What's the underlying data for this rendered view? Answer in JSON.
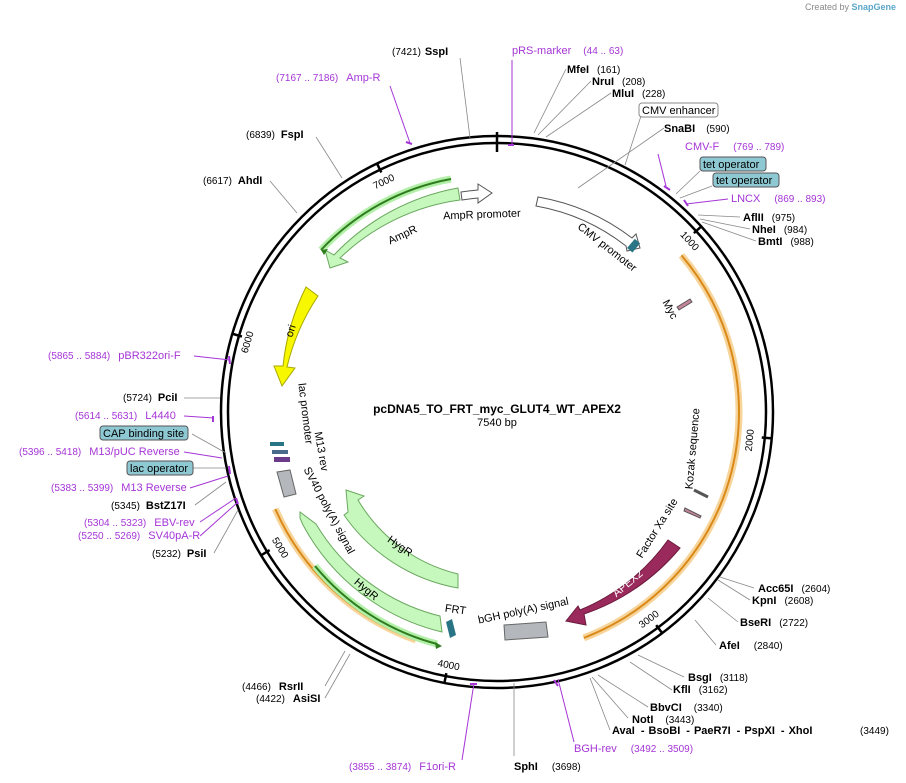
{
  "credit": {
    "prefix": "Created by",
    "brand": "SnapGene"
  },
  "plasmid": {
    "name": "pcDNA5_TO_FRT_myc_GLUT4_WT_APEX2",
    "length_text": "7540 bp",
    "length": 7540
  },
  "colors": {
    "orange": "#f2b35a",
    "green": "#b2f0a8",
    "yellow": "#f7f700",
    "purple": "#9b2a5c",
    "gray": "#b4b8bd",
    "teal": "#2a7585",
    "primer": "#a535d6",
    "boxblue": "#8ec8d2"
  },
  "ticks": [
    "1000",
    "2000",
    "3000",
    "4000",
    "5000",
    "6000",
    "7000"
  ],
  "sites": [
    {
      "name": "SspI",
      "pos": "(7421)"
    },
    {
      "name": "MfeI",
      "pos": "(161)"
    },
    {
      "name": "NruI",
      "pos": "(208)"
    },
    {
      "name": "MluI",
      "pos": "(228)"
    },
    {
      "name": "SnaBI",
      "pos": "(590)"
    },
    {
      "name": "AflII",
      "pos": "(975)"
    },
    {
      "name": "NheI",
      "pos": "(984)"
    },
    {
      "name": "BmtI",
      "pos": "(988)"
    },
    {
      "name": "Acc65I",
      "pos": "(2604)"
    },
    {
      "name": "KpnI",
      "pos": "(2608)"
    },
    {
      "name": "BseRI",
      "pos": "(2722)"
    },
    {
      "name": "AfeI",
      "pos": "(2840)"
    },
    {
      "name": "BsgI",
      "pos": "(3118)"
    },
    {
      "name": "KflI",
      "pos": "(3162)"
    },
    {
      "name": "BbvCI",
      "pos": "(3340)"
    },
    {
      "name": "NotI",
      "pos": "(3443)"
    },
    {
      "name": "AvaI",
      "pos": "(3449)"
    },
    {
      "name": "SphI",
      "pos": "(3698)"
    },
    {
      "name": "RsrII",
      "pos": "(4466)"
    },
    {
      "name": "AsiSI",
      "pos": "(4422)"
    },
    {
      "name": "PsiI",
      "pos": "(5232)"
    },
    {
      "name": "BstZ17I",
      "pos": "(5345)"
    },
    {
      "name": "PciI",
      "pos": "(5724)"
    },
    {
      "name": "AhdI",
      "pos": "(6617)"
    },
    {
      "name": "FspI",
      "pos": "(6839)"
    }
  ],
  "multi_site": {
    "names": [
      "BsoBI",
      "PaeR7I",
      "PspXI",
      "XhoI"
    ]
  },
  "primers": [
    {
      "name": "pRS-marker",
      "range": "(44 .. 63)"
    },
    {
      "name": "Amp-R",
      "range": "(7167 .. 7186)"
    },
    {
      "name": "CMV-F",
      "range": "(769 .. 789)"
    },
    {
      "name": "LNCX",
      "range": "(869 .. 893)"
    },
    {
      "name": "pBR322ori-F",
      "range": "(5865 .. 5884)"
    },
    {
      "name": "L4440",
      "range": "(5614 .. 5631)"
    },
    {
      "name": "M13/pUC Reverse",
      "range": "(5396 .. 5418)"
    },
    {
      "name": "M13 Reverse",
      "range": "(5383 .. 5399)"
    },
    {
      "name": "EBV-rev",
      "range": "(5304 .. 5323)"
    },
    {
      "name": "SV40pA-R",
      "range": "(5250 .. 5269)"
    },
    {
      "name": "F1ori-R",
      "range": "(3855 .. 3874)"
    },
    {
      "name": "BGH-rev",
      "range": "(3492 .. 3509)"
    }
  ],
  "boxed_features": {
    "cmv_enhancer": "CMV enhancer",
    "tet_operator_1": "tet operator",
    "tet_operator_2": "tet operator",
    "cap_site": "CAP binding site",
    "lac_operator": "lac operator"
  },
  "features": {
    "ampr": "AmpR",
    "ampr_promoter": "AmpR promoter",
    "cmv_promoter": "CMV promoter",
    "myc": "Myc",
    "ori": "ori",
    "lac_promoter": "lac promoter",
    "m13_rev": "M13 rev",
    "sv40_polya": "SV40 poly(A) signal",
    "hygr_inner": "HygR",
    "hygr_outer": "HygR",
    "frt": "FRT",
    "bgh": "bGH poly(A) signal",
    "apex2": "APEX2",
    "factor_xa": "Factor Xa site",
    "kozak": "Kozak sequence"
  }
}
